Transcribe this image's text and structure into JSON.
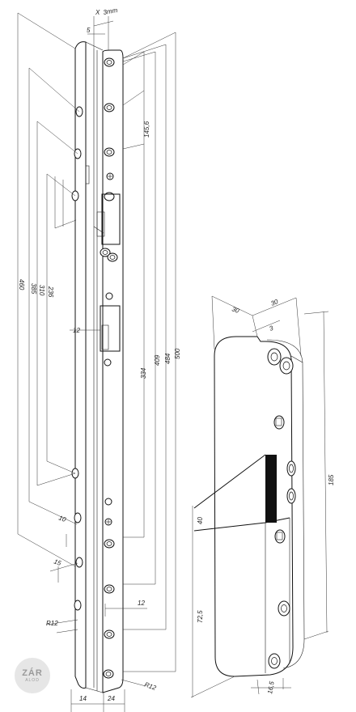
{
  "left_view": {
    "top_labels": {
      "x": "X",
      "gap": "3mm",
      "five": "5"
    },
    "vertical_dims": [
      "460",
      "385",
      "310",
      "236",
      "145,6",
      "334",
      "409",
      "484",
      "500"
    ],
    "side_dims": {
      "twelve": "12",
      "ten": "10",
      "fifteen": "15",
      "twelve_bottom": "12"
    },
    "radius_labels": [
      "R12",
      "R12"
    ],
    "bottom_dims": [
      "14",
      "24"
    ]
  },
  "right_view": {
    "top_dims": [
      "30",
      "30",
      "3"
    ],
    "height": "185",
    "slot_height": "40",
    "bottom_height": "72,5",
    "bottom_width": "16,5"
  },
  "watermark": {
    "main": "ZÁR",
    "sub": "ALOD"
  }
}
